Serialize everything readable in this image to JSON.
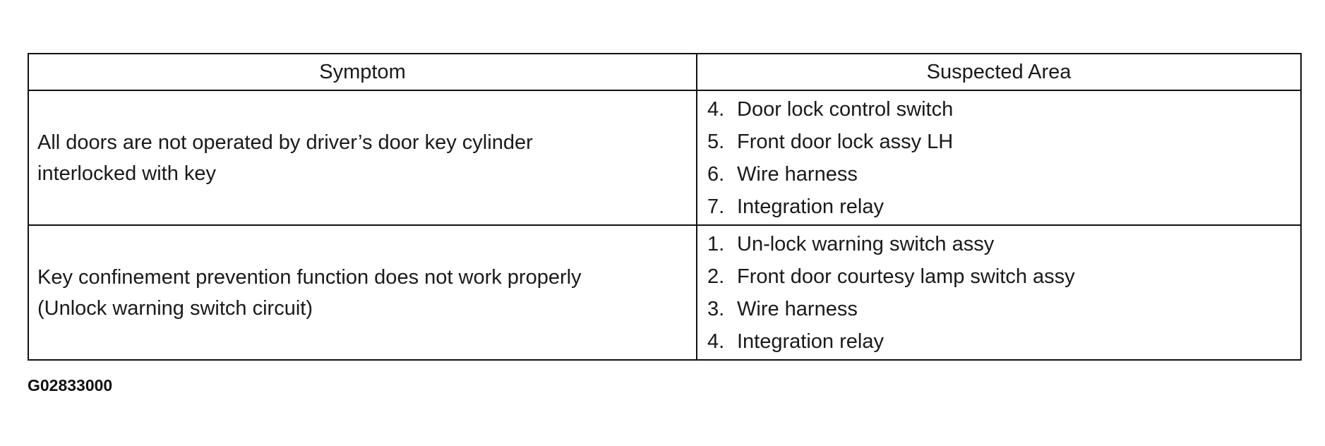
{
  "table": {
    "headers": {
      "symptom": "Symptom",
      "suspected_area": "Suspected Area"
    },
    "rows": [
      {
        "symptom": [
          "All doors are not operated by driver’s door key cylinder",
          "interlocked with key"
        ],
        "areas": [
          {
            "num": "4.",
            "text": "Door lock control switch"
          },
          {
            "num": "5.",
            "text": "Front door lock assy LH"
          },
          {
            "num": "6.",
            "text": "Wire harness"
          },
          {
            "num": "7.",
            "text": "Integration relay"
          }
        ]
      },
      {
        "symptom": [
          "Key confinement prevention function does not work properly",
          "(Unlock warning switch circuit)"
        ],
        "areas": [
          {
            "num": "1.",
            "text": "Un-lock warning switch assy"
          },
          {
            "num": "2.",
            "text": "Front door courtesy lamp switch assy"
          },
          {
            "num": "3.",
            "text": "Wire harness"
          },
          {
            "num": "4.",
            "text": "Integration relay"
          }
        ]
      }
    ]
  },
  "figure_id": "G02833000"
}
